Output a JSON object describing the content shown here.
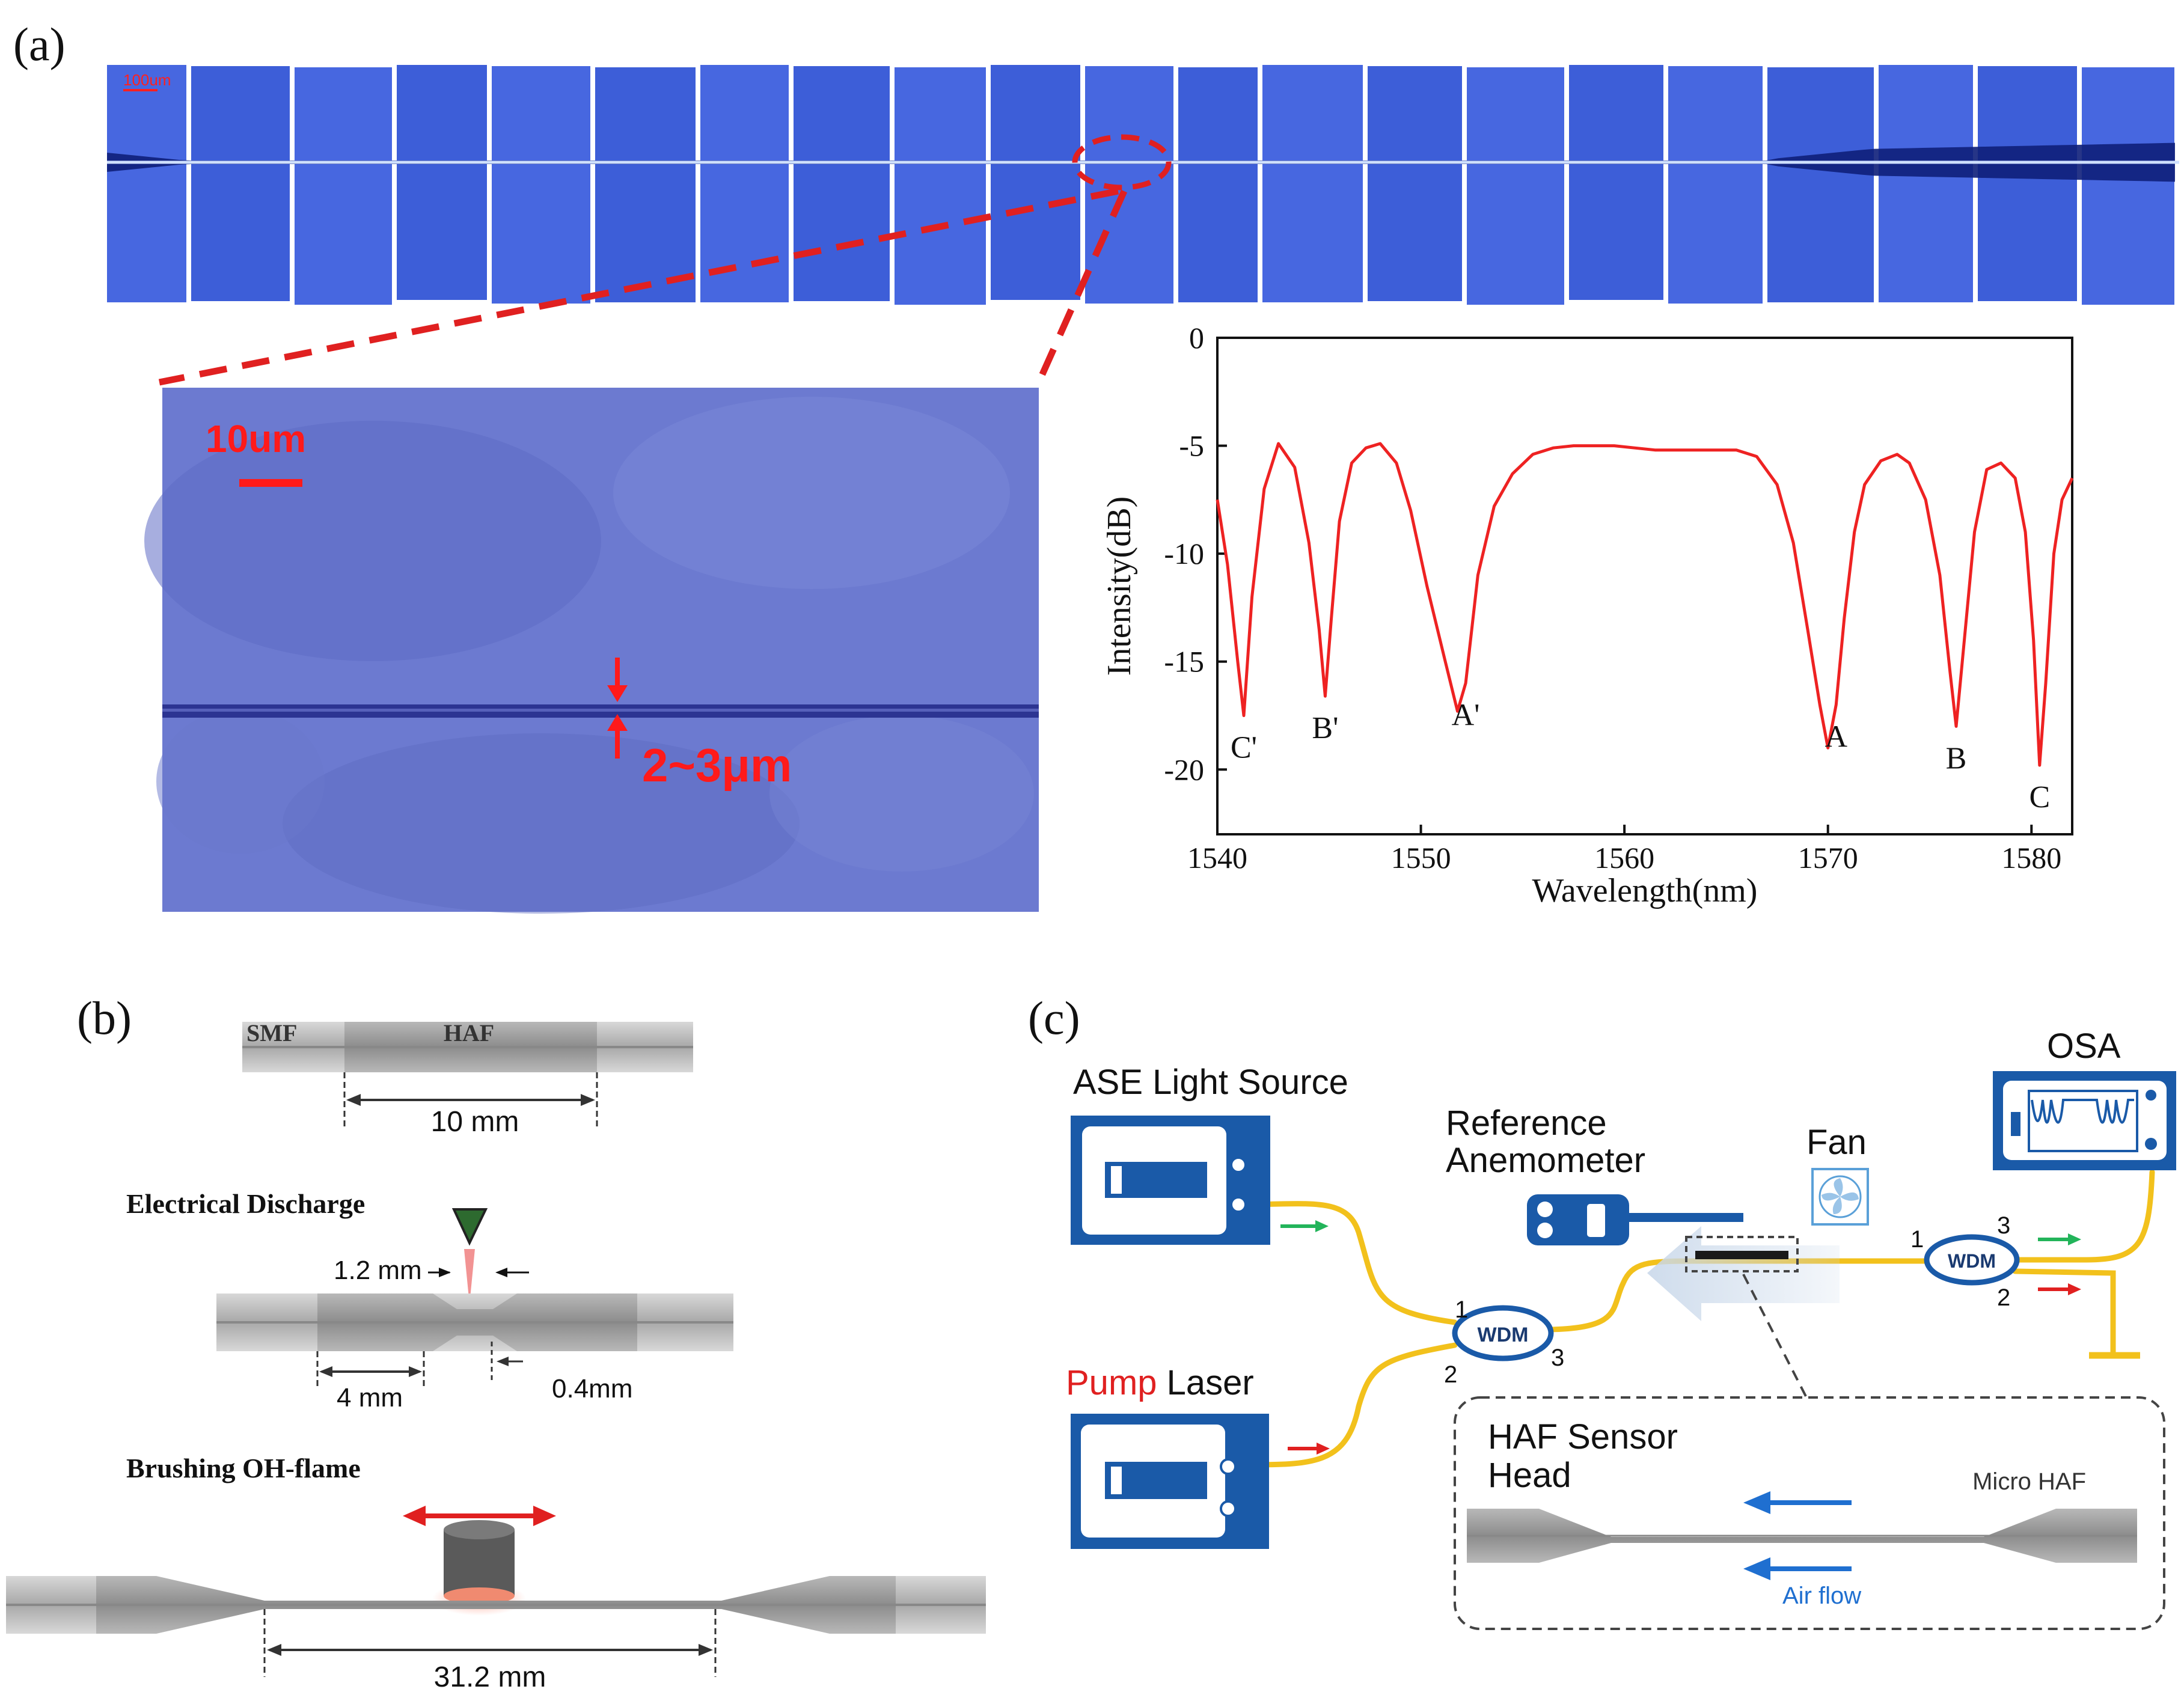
{
  "panels": {
    "a": {
      "label": "(a)",
      "strip_scale_label": "100um",
      "zoom_scale_label": "10um",
      "diameter_label": "2~3μm"
    },
    "b": {
      "label": "(b)",
      "smf_label": "SMF",
      "haf_label": "HAF",
      "dim_10mm": "10 mm",
      "discharge_title": "Electrical Discharge",
      "dim_1_2mm": "1.2 mm",
      "dim_4mm": "4 mm",
      "dim_0_4mm": "0.4mm",
      "flame_title": "Brushing OH-flame",
      "dim_31_2mm": "31.2 mm"
    },
    "c": {
      "label": "(c)",
      "ase_label": "ASE Light Source",
      "pump_word": "Pump",
      "laser_word": " Laser",
      "osa_label": "OSA",
      "ref_line1": "Reference",
      "ref_line2": "Anemometer",
      "fan_label": "Fan",
      "wdm_label": "WDM",
      "port_1": "1",
      "port_2": "2",
      "port_3": "3",
      "sensor_line1": "HAF Sensor",
      "sensor_line2": "Head",
      "micro_haf": "Micro HAF",
      "air_flow": "Air flow",
      "colors": {
        "device_blue": "#1a5aa8",
        "fiber_yellow": "#f2c11c",
        "arrow_green": "#22b45a",
        "arrow_red": "#e02020",
        "pump_red": "#e02020"
      }
    }
  },
  "chart_data": {
    "type": "line",
    "xlabel": "Wavelength(nm)",
    "ylabel": "Intensity(dB)",
    "xlim": [
      1540,
      1582
    ],
    "ylim": [
      -23,
      0
    ],
    "xticks": [
      1540,
      1550,
      1560,
      1570,
      1580
    ],
    "yticks": [
      0,
      -5,
      -10,
      -15,
      -20
    ],
    "color": "#ee2222",
    "series": [
      {
        "x": [
          1540.0,
          1540.5,
          1541.0,
          1541.3,
          1541.7,
          1542.3,
          1543.0,
          1543.8,
          1544.5,
          1545.0,
          1545.3,
          1545.6,
          1546.0,
          1546.6,
          1547.3,
          1548.0,
          1548.8,
          1549.5,
          1550.3,
          1551.2,
          1551.8,
          1552.2,
          1552.8,
          1553.6,
          1554.5,
          1555.5,
          1556.5,
          1557.5,
          1558.5,
          1559.5,
          1560.5,
          1561.5,
          1562.5,
          1563.5,
          1564.5,
          1565.5,
          1566.5,
          1567.5,
          1568.3,
          1569.0,
          1569.6,
          1570.0,
          1570.4,
          1570.8,
          1571.3,
          1571.8,
          1572.6,
          1573.4,
          1574.0,
          1574.8,
          1575.5,
          1576.0,
          1576.3,
          1576.6,
          1577.2,
          1577.8,
          1578.5,
          1579.2,
          1579.7,
          1580.1,
          1580.4,
          1580.7,
          1581.1,
          1581.5,
          1582.0
        ],
        "y": [
          -7.5,
          -10.5,
          -15.0,
          -17.5,
          -12.0,
          -7.0,
          -4.9,
          -6.0,
          -9.5,
          -13.5,
          -16.6,
          -13.0,
          -8.5,
          -5.8,
          -5.1,
          -4.9,
          -5.8,
          -8.0,
          -11.5,
          -15.0,
          -17.3,
          -16.0,
          -11.0,
          -7.8,
          -6.3,
          -5.4,
          -5.1,
          -5.0,
          -5.0,
          -5.0,
          -5.1,
          -5.2,
          -5.2,
          -5.2,
          -5.2,
          -5.2,
          -5.5,
          -6.8,
          -9.5,
          -13.5,
          -17.0,
          -19.0,
          -17.0,
          -13.0,
          -9.0,
          -6.8,
          -5.7,
          -5.4,
          -5.8,
          -7.5,
          -11.0,
          -15.5,
          -18.0,
          -15.0,
          -9.0,
          -6.1,
          -5.8,
          -6.5,
          -9.0,
          -14.0,
          -19.8,
          -16.0,
          -10.0,
          -7.5,
          -6.5
        ]
      }
    ],
    "annotations": [
      {
        "text": "C'",
        "x": 1541.3
      },
      {
        "text": "B'",
        "x": 1545.3
      },
      {
        "text": "A'",
        "x": 1552.2
      },
      {
        "text": "A",
        "x": 1570.4
      },
      {
        "text": "B",
        "x": 1576.3
      },
      {
        "text": "C",
        "x": 1580.4
      }
    ]
  }
}
